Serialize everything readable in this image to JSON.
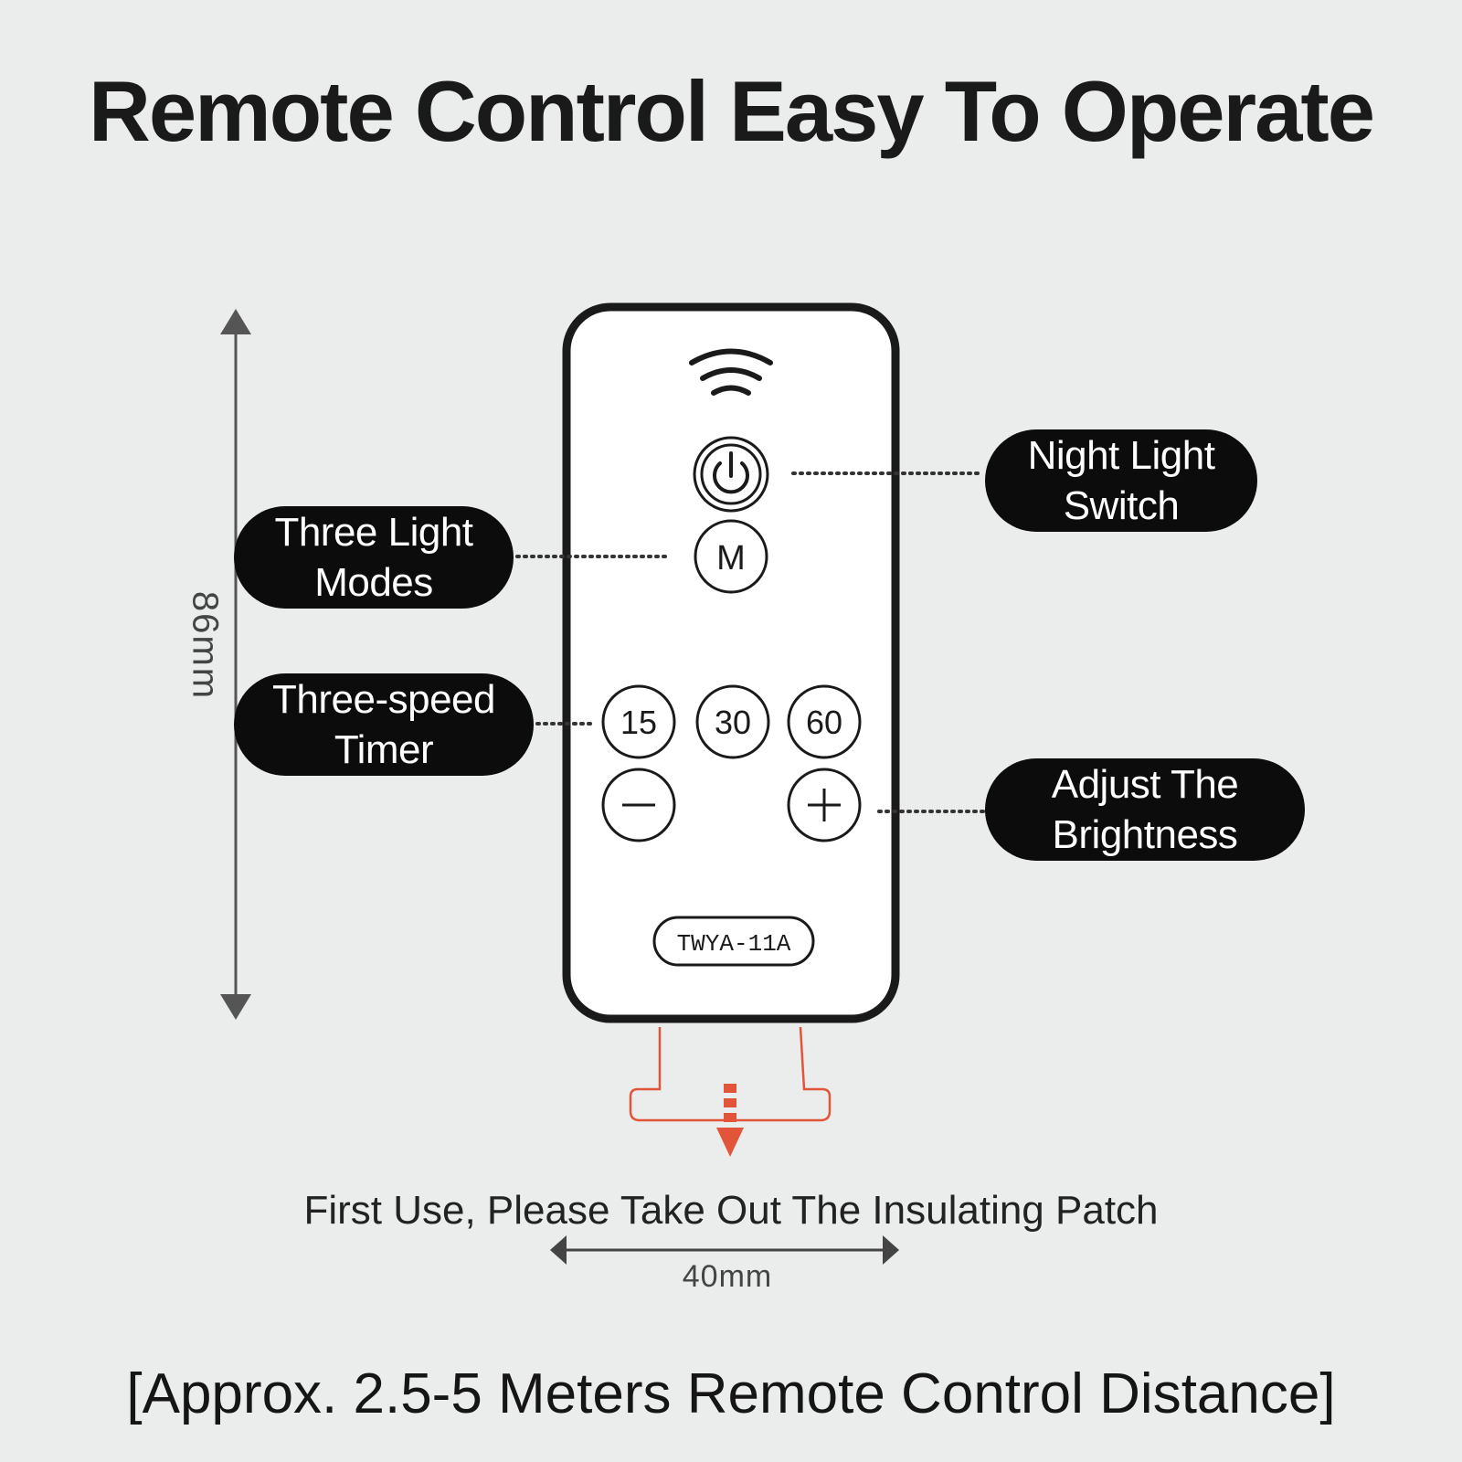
{
  "title": "Remote Control Easy To Operate",
  "callouts": {
    "night_light": [
      "Night Light",
      "Switch"
    ],
    "light_modes": [
      "Three Light",
      "Modes"
    ],
    "timer": [
      "Three-speed",
      "Timer"
    ],
    "brightness": [
      "Adjust The",
      "Brightness"
    ]
  },
  "remote": {
    "mode_button": "M",
    "timer_buttons": [
      "15",
      "30",
      "60"
    ],
    "model": "TWYA-11A"
  },
  "dimensions": {
    "height": "86mm",
    "width": "40mm"
  },
  "insulating_note": "First Use, Please Take Out The Insulating Patch",
  "distance_note": "[Approx. 2.5-5 Meters Remote Control Distance]",
  "colors": {
    "background": "#ebecec",
    "pill": "#0c0c0c",
    "accent_red": "#e2553b"
  }
}
